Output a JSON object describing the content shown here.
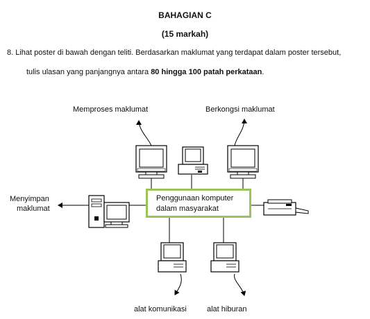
{
  "header": {
    "section_title": "BAHAGIAN C",
    "marks": "(15 markah)"
  },
  "question": {
    "number": "8.",
    "line1": "Lihat poster di bawah dengan teliti. Berdasarkan maklumat yang terdapat dalam poster tersebut,",
    "line2_prefix": "tulis ulasan yang panjangnya antara ",
    "line2_bold": "80 hingga 100 patah perkataan",
    "line2_suffix": "."
  },
  "diagram": {
    "center_line1": "Penggunaan komputer",
    "center_line2": "dalam masyarakat",
    "labels": {
      "processing": "Memproses  maklumat",
      "sharing": "Berkongsi maklumat",
      "storing_line1": "Menyimpan",
      "storing_line2": "maklumat",
      "communication": "alat komunikasi",
      "entertainment": "alat hiburan"
    }
  }
}
